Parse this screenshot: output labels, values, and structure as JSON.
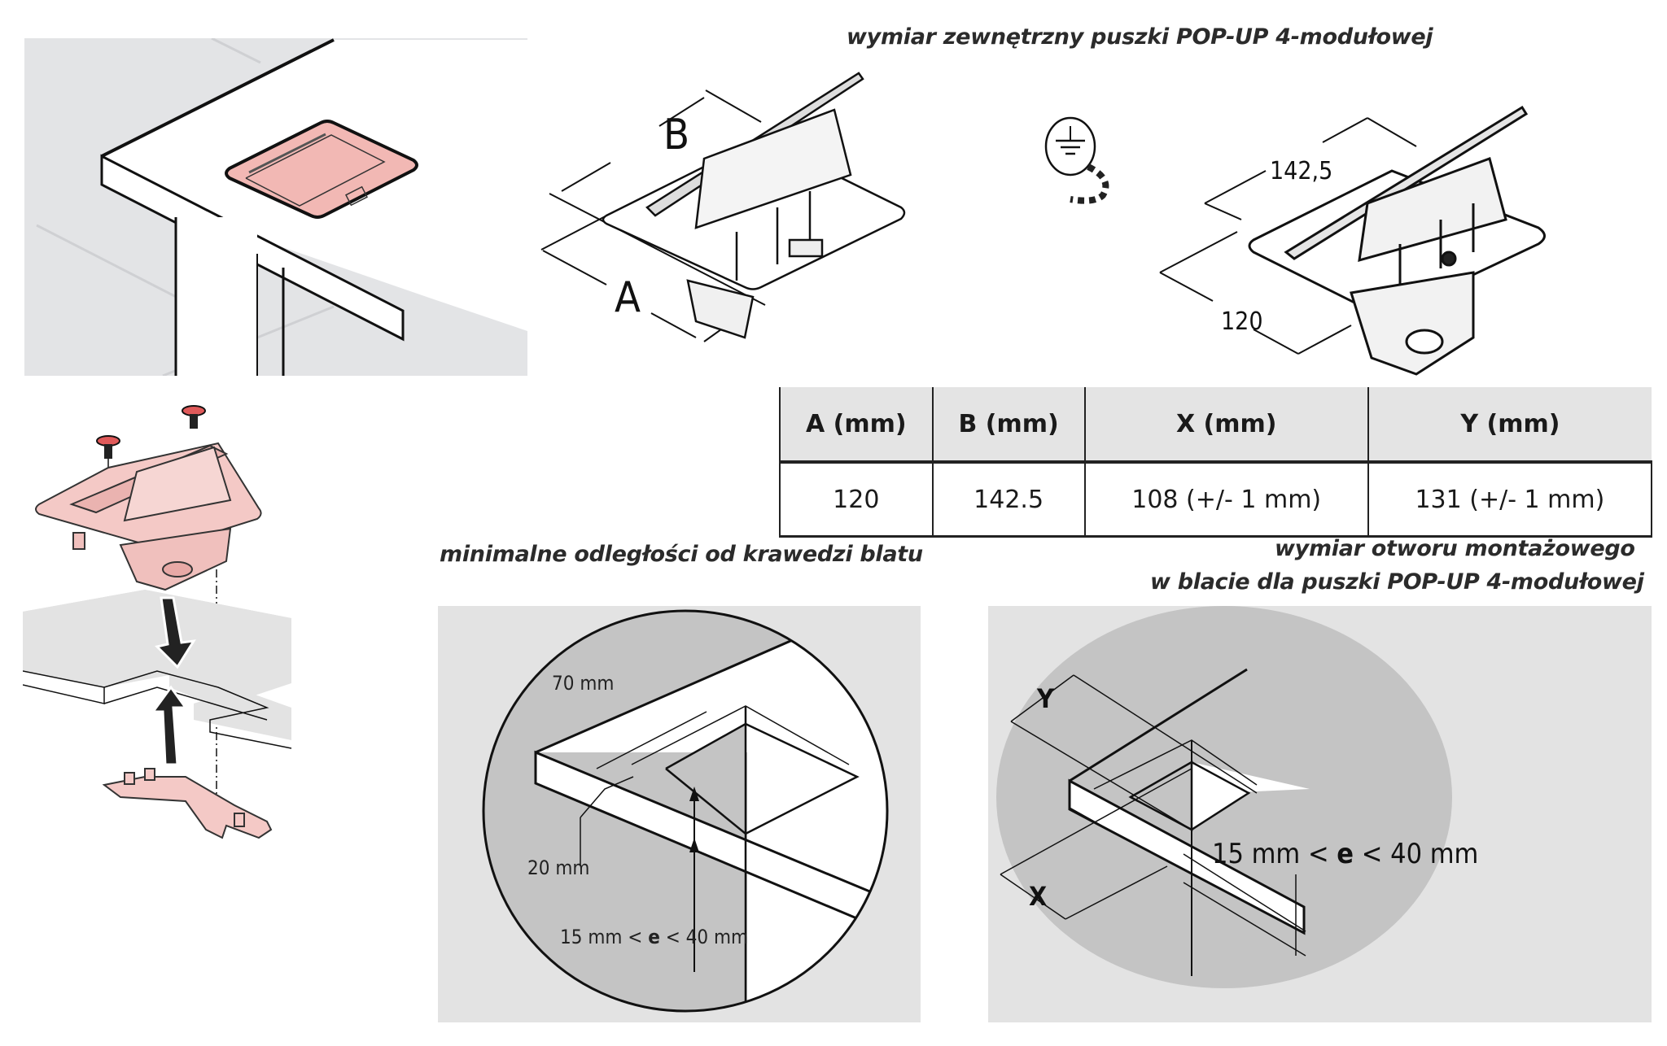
{
  "captions": {
    "external_dimension": "wymiar zewnętrzny puszki POP-UP 4-modułowej",
    "min_distances": "minimalne odległości od krawedzi blatu",
    "mounting_hole_line1": "wymiar otworu montażowego",
    "mounting_hole_line2": "w blacie dla puszki POP-UP 4-modułowej"
  },
  "dimension_diagram": {
    "label_a": "A",
    "label_b": "B",
    "ground_symbol": "earth-ground-icon"
  },
  "dimension_photo": {
    "label_width": "142,5",
    "label_depth": "120"
  },
  "table": {
    "headers": [
      "A (mm)",
      "B (mm)",
      "X (mm)",
      "Y (mm)"
    ],
    "rows": [
      [
        "120",
        "142.5",
        "108 (+/- 1 mm)",
        "131 (+/- 1 mm)"
      ]
    ]
  },
  "min_distance_diagram": {
    "label_70": "70 mm",
    "label_20": "20 mm",
    "thickness_prefix": "15 mm < ",
    "thickness_var": "e",
    "thickness_suffix": " < 40 mm"
  },
  "hole_diagram": {
    "label_y": "Y",
    "label_x": "X",
    "thickness_prefix": "15 mm < ",
    "thickness_var": "e",
    "thickness_suffix": " < 40 mm"
  },
  "colors": {
    "accent_pink": "#f2b8b4",
    "panel_gray": "#e3e3e3",
    "shade_gray": "#c4c4c4",
    "line": "#111111"
  }
}
